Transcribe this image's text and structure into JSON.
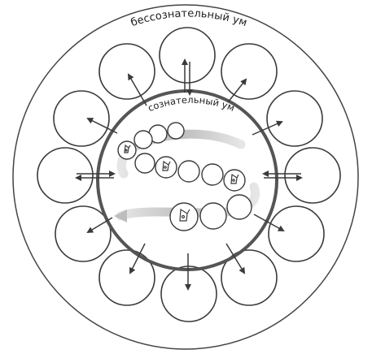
{
  "labels": {
    "outer": "бессознательный ум",
    "inner": "сознательный ум"
  },
  "colors": {
    "stroke": "#3a3a3a",
    "inner_ring": "#555555",
    "flow_band": "#c9c9c9",
    "background": "#ffffff"
  },
  "outer_circle_count": 12,
  "icons": [
    "lock-icon",
    "lock-icon",
    "lock-icon",
    "lock-icon"
  ]
}
